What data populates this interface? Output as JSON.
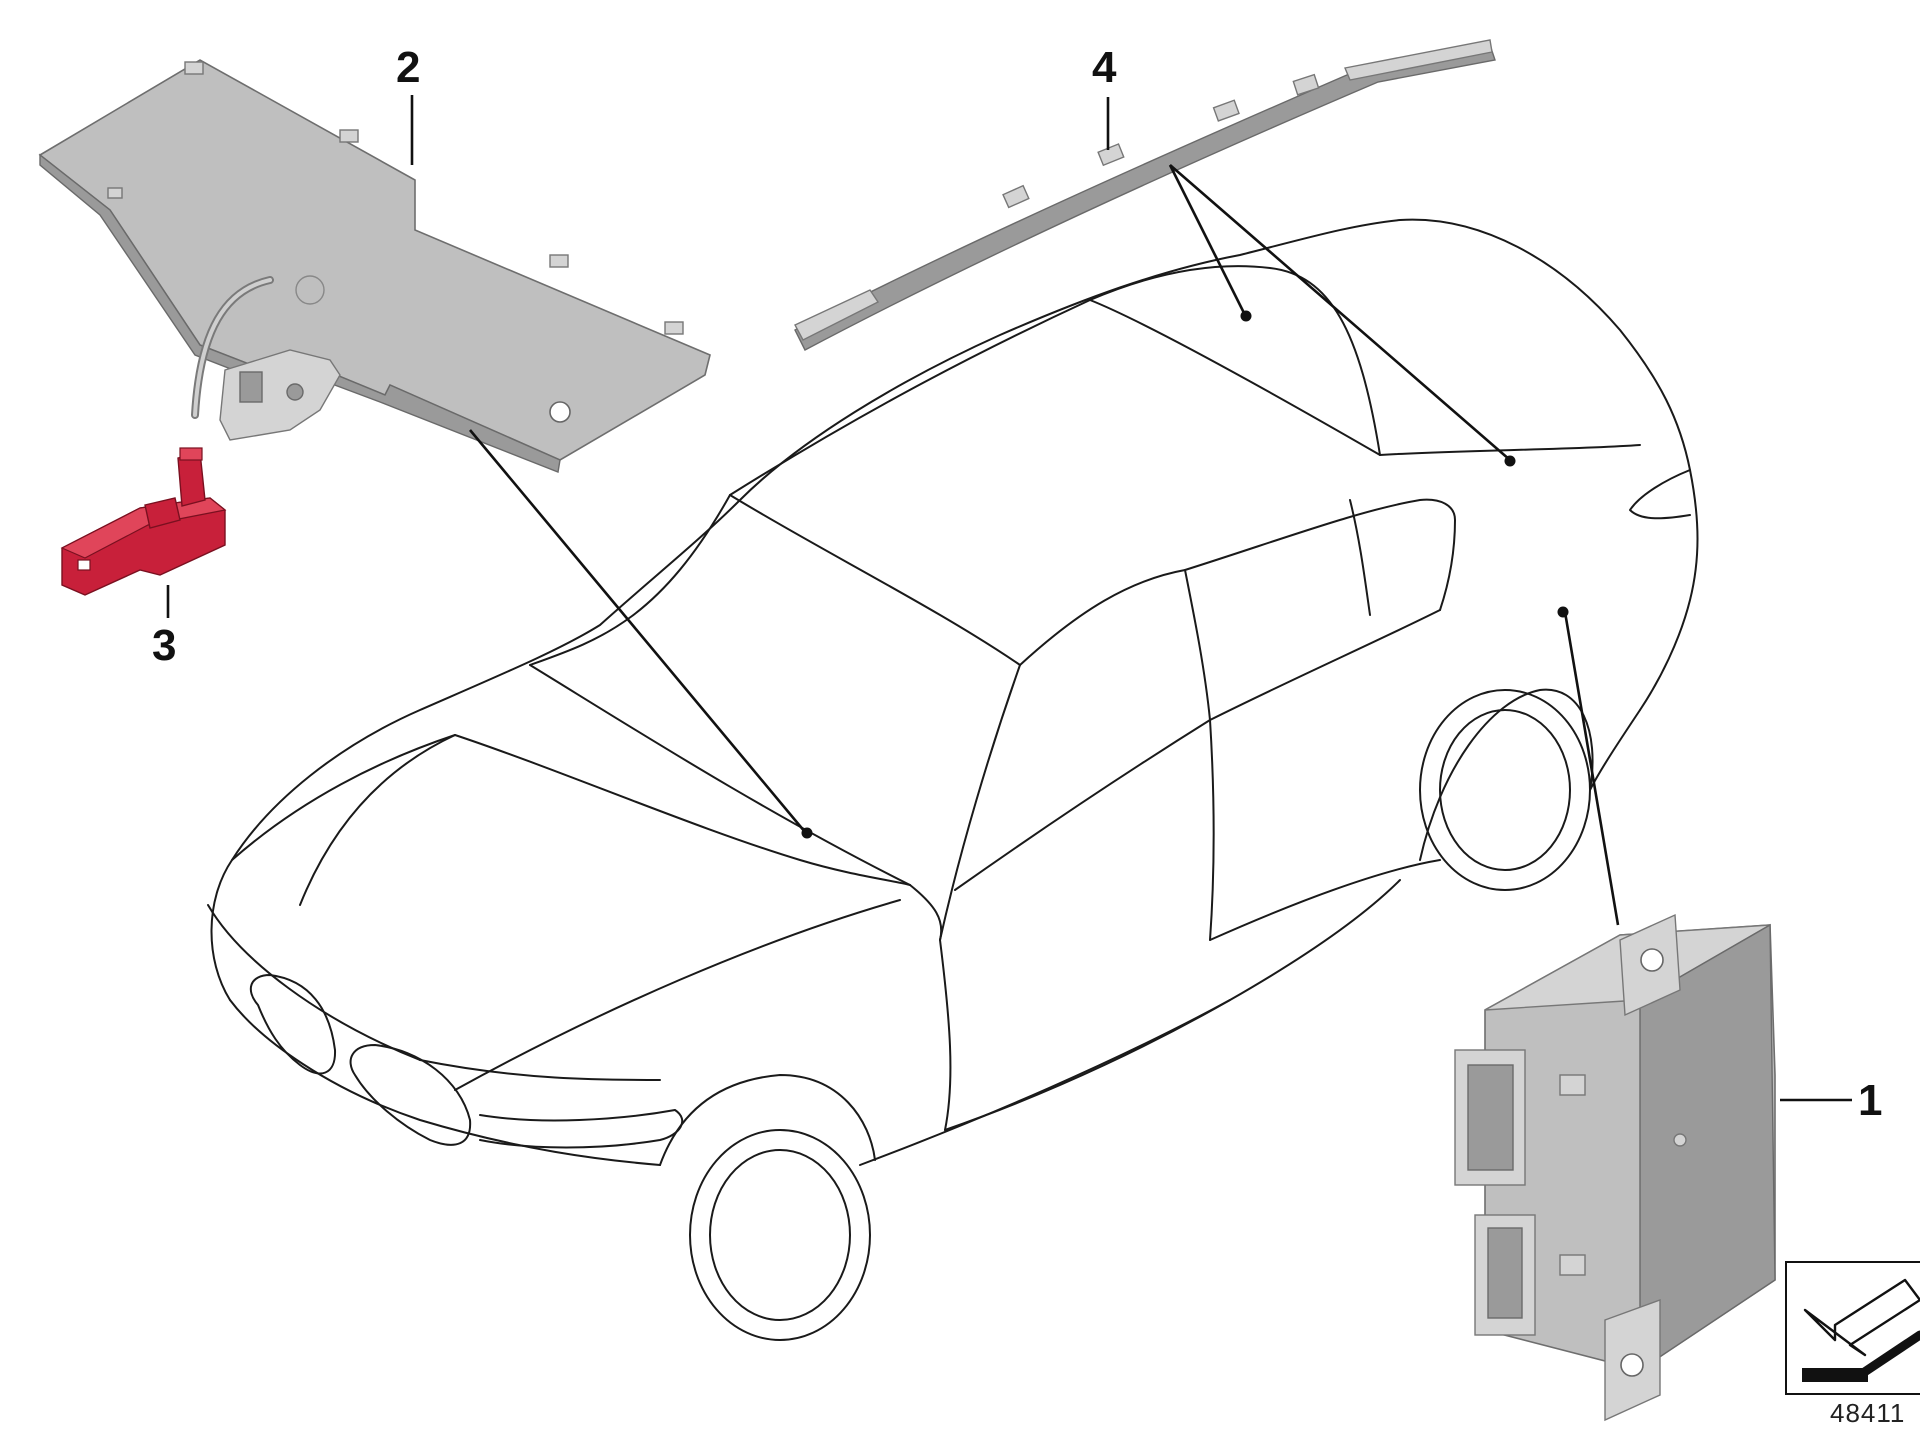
{
  "diagram": {
    "callouts": [
      {
        "id": "1",
        "label": "1"
      },
      {
        "id": "2",
        "label": "2"
      },
      {
        "id": "3",
        "label": "3"
      },
      {
        "id": "4",
        "label": "4"
      }
    ],
    "document_number": "48411",
    "colors": {
      "line": "#1a1a1a",
      "part_grey": "#bfbfbf",
      "part_red": "#c8203a",
      "background": "#ffffff"
    },
    "icons": {
      "orientation_symbol": "arrow-direction-icon"
    }
  }
}
